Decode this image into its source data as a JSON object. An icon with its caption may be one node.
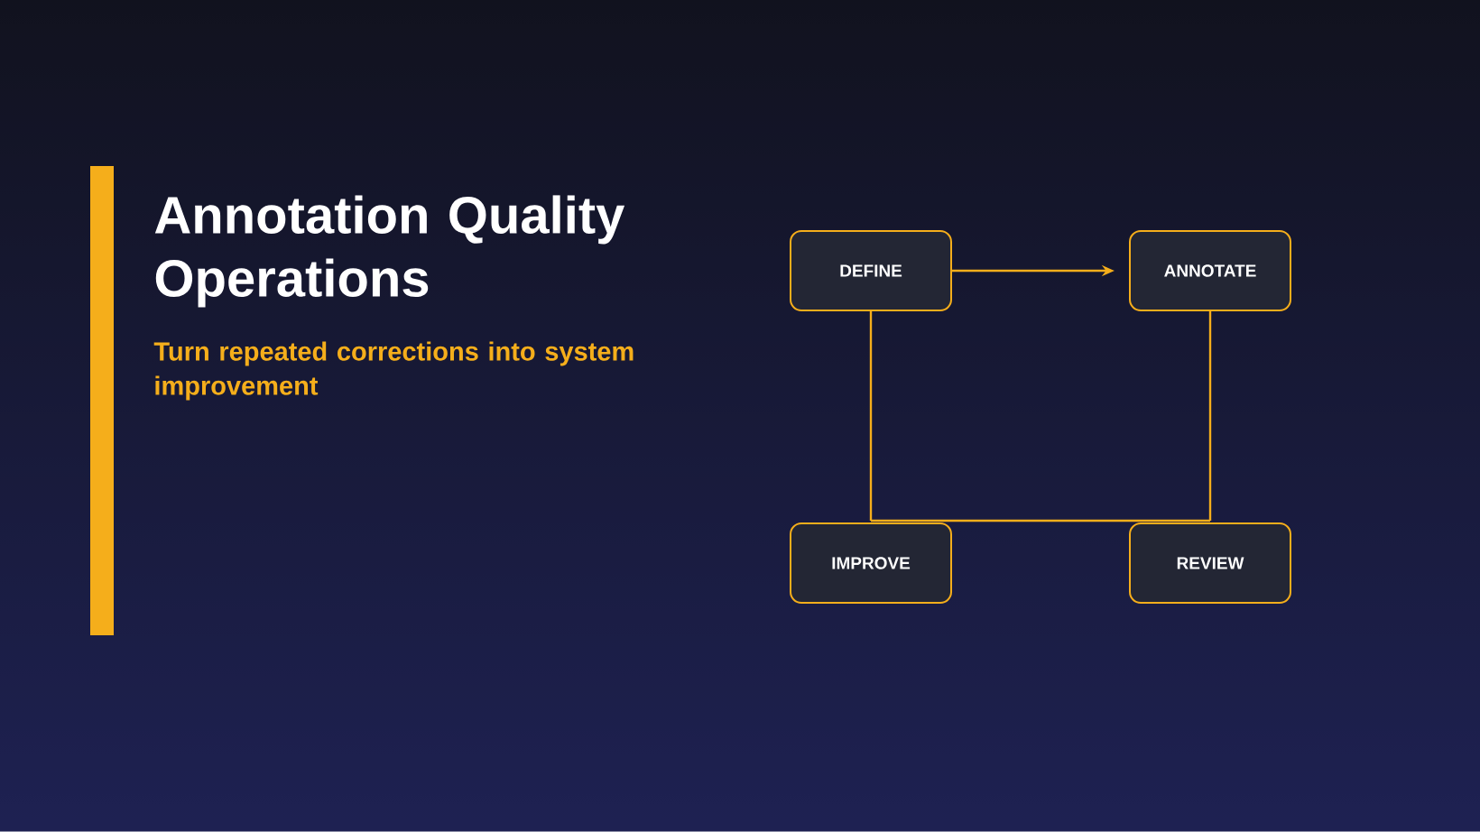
{
  "diagram": {
    "title": "Annotation Quality Operations",
    "caption": "Turn repeated corrections into system improvement",
    "nodes": [
      {
        "text": [
          "DEFINE"
        ]
      },
      {
        "text": [
          "ANNOTATE"
        ]
      },
      {
        "text": [
          "IMPROVE"
        ]
      },
      {
        "text": [
          "REVIEW"
        ]
      }
    ],
    "edges": [
      {
        "from": 0,
        "to": 1,
        "arrow": "to"
      },
      {
        "from": 1,
        "to": 3,
        "arrow": "none"
      },
      {
        "from": 3,
        "to": 2,
        "arrow": "none"
      },
      {
        "from": 2,
        "to": 0,
        "arrow": "none"
      }
    ]
  }
}
